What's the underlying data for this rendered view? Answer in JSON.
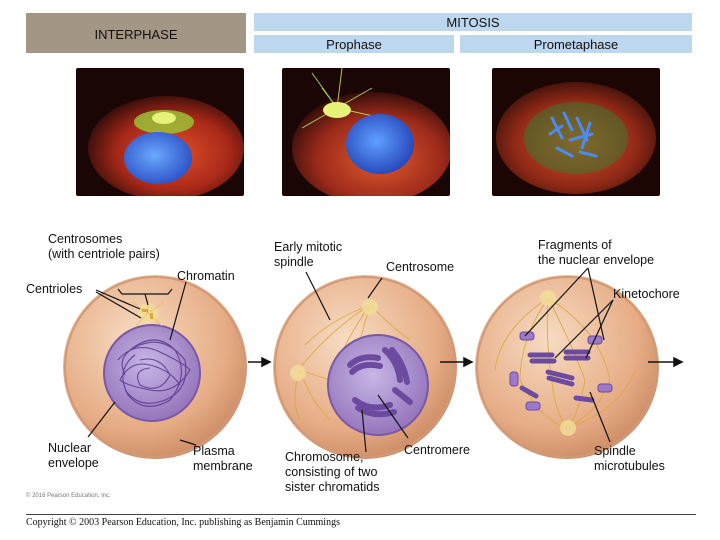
{
  "headers": {
    "interphase": "INTERPHASE",
    "mitosis": "MITOSIS",
    "prophase": "Prophase",
    "prometaphase": "Prometaphase"
  },
  "labels": {
    "centrosomes": "Centrosomes\n(with centriole pairs)",
    "centrioles": "Centrioles",
    "chromatin": "Chromatin",
    "nuclear_envelope": "Nuclear\nenvelope",
    "plasma_membrane": "Plasma\nmembrane",
    "early_spindle": "Early mitotic\nspindle",
    "centrosome": "Centrosome",
    "chromosome": "Chromosome,\nconsisting of two\nsister chromatids",
    "centromere": "Centromere",
    "fragments": "Fragments of\nthe nuclear envelope",
    "kinetochore": "Kinetochore",
    "spindle_microtubules": "Spindle\nmicrotubules"
  },
  "credit": "© 2016 Pearson Education, Inc.",
  "footer": "Copyright © 2003 Pearson Education, Inc. publishing as Benjamin Cummings",
  "colors": {
    "interphase_bar": "#a49685",
    "mitosis_bar": "#bdd7ee",
    "cell_fill": "#e8b48f",
    "nucleus": "#9170b8",
    "chromatin": "#5c3a8f"
  }
}
